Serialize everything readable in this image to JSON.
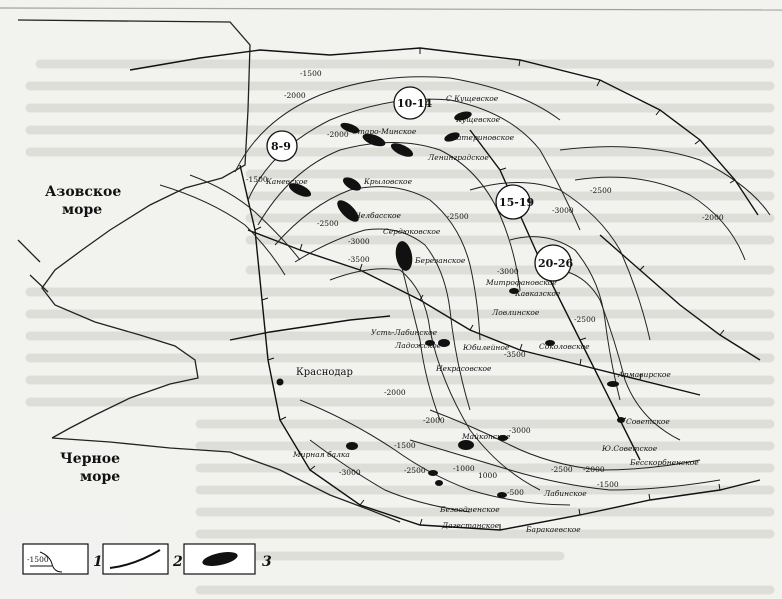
{
  "seas": {
    "azov": [
      "Азовское",
      "море"
    ],
    "black": [
      "Черное",
      "море"
    ]
  },
  "city": "Краснодар",
  "zones": [
    "10-14",
    "8-9",
    "15-19",
    "20-26"
  ],
  "fields": {
    "kushchevskoe_s": "С.Кущевское",
    "kushchevskoe": "Кущевское",
    "starominskoe": "Старо-Минское",
    "ekaterinovskoe": "Екатериновское",
    "leningradskoe": "Ленинградское",
    "kanevskoe": "Каневское",
    "krylovskoe": "Крыловское",
    "chelbasskoe": "Челбасское",
    "serdyukovskoe": "Сердюковское",
    "berezanskoe": "Березанское",
    "mitrofanovskoe": "Митрофановское",
    "kavkazskoe": "Кавказское",
    "lovlinskoe": "Ловлинское",
    "ust_labinskoe": "Усть-Лабинское",
    "sokolovskoe": "Соколовское",
    "yubileynoe": "Юбилейное",
    "ladozhskoe": "Ладожское",
    "nekrasovskoe": "Некрасовское",
    "armavirskoe": "Армавирское",
    "sovetskoe": "Советское",
    "yu_sovetskoe": "Ю.Советское",
    "besskorbnenskoe": "Бесскорбненское",
    "maykopskoe": "Майкопское",
    "labinskoe": "Лабинское",
    "mirnaya_balka": "Мирная балка",
    "bezvodnenskoe": "Безводненское",
    "dagestanskoe": "Дагестанское",
    "barakaevskoe": "Баракаевское"
  },
  "isolines": [
    "-1500",
    "-2000",
    "-1500",
    "-2000",
    "-2500",
    "-3000",
    "-3500",
    "-2500",
    "-3000",
    "-3500",
    "-2500",
    "-3000",
    "-2000",
    "-2500",
    "-1500",
    "-2000",
    "-2500",
    "-3000",
    "-2000",
    "-1500",
    "-1000",
    "-2500",
    "-2000",
    "-3000",
    "1000",
    "-500"
  ],
  "legend": {
    "sample": "-1500",
    "item1": "1",
    "item2": "2",
    "item3": "3"
  }
}
